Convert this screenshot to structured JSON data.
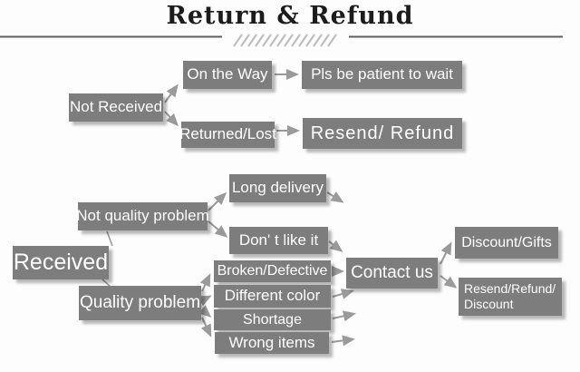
{
  "title": "Return & Refund",
  "colors": {
    "box_fill": "#7d7d7d",
    "box_text": "#ffffff",
    "arrow": "#9a9a9a",
    "divider_line": "#5f5f5f",
    "hatch": "#bcbcbc",
    "title_text": "#1c1c1c",
    "background": "#fdfdfd"
  },
  "nodes": {
    "not_received": {
      "label": "Not Received"
    },
    "on_the_way": {
      "label": "On the Way"
    },
    "pls_wait": {
      "label": "Pls be patient to wait"
    },
    "returned_lost": {
      "label": "Returned/Lost"
    },
    "resend_refund": {
      "label": "Resend/ Refund"
    },
    "received": {
      "label": "Received"
    },
    "not_quality_problem": {
      "label": "Not quality problem"
    },
    "long_delivery": {
      "label": "Long delivery"
    },
    "dont_like_it": {
      "label": "Don' t like it"
    },
    "quality_problem": {
      "label": "Quality problem"
    },
    "broken_defective": {
      "label": "Broken/Defective"
    },
    "different_color": {
      "label": "Different color"
    },
    "shortage": {
      "label": "Shortage"
    },
    "wrong_items": {
      "label": "Wrong items"
    },
    "contact_us": {
      "label": "Contact us"
    },
    "discount_gifts": {
      "label": "Discount/Gifts"
    },
    "resend_refund_discount": {
      "label": "Resend/Refund/\nDiscount"
    }
  },
  "edges": [
    {
      "from": "Not Received",
      "to": "On the Way"
    },
    {
      "from": "Not Received",
      "to": "Returned/Lost"
    },
    {
      "from": "On the Way",
      "to": "Pls be patient to wait"
    },
    {
      "from": "Returned/Lost",
      "to": "Resend/ Refund"
    },
    {
      "from": "Received",
      "to": "Not quality problem"
    },
    {
      "from": "Received",
      "to": "Quality problem"
    },
    {
      "from": "Not quality problem",
      "to": "Long delivery"
    },
    {
      "from": "Not quality problem",
      "to": "Don' t like it"
    },
    {
      "from": "Long delivery",
      "to": "Contact us"
    },
    {
      "from": "Don' t like it",
      "to": "Contact us"
    },
    {
      "from": "Quality problem",
      "to": "Broken/Defective"
    },
    {
      "from": "Quality problem",
      "to": "Different color"
    },
    {
      "from": "Quality problem",
      "to": "Shortage"
    },
    {
      "from": "Quality problem",
      "to": "Wrong items"
    },
    {
      "from": "Broken/Defective",
      "to": "Contact us"
    },
    {
      "from": "Different color",
      "to": "Contact us"
    },
    {
      "from": "Shortage",
      "to": "Contact us"
    },
    {
      "from": "Wrong items",
      "to": "Contact us"
    },
    {
      "from": "Contact us",
      "to": "Discount/Gifts"
    },
    {
      "from": "Contact us",
      "to": "Resend/Refund/ Discount"
    }
  ]
}
